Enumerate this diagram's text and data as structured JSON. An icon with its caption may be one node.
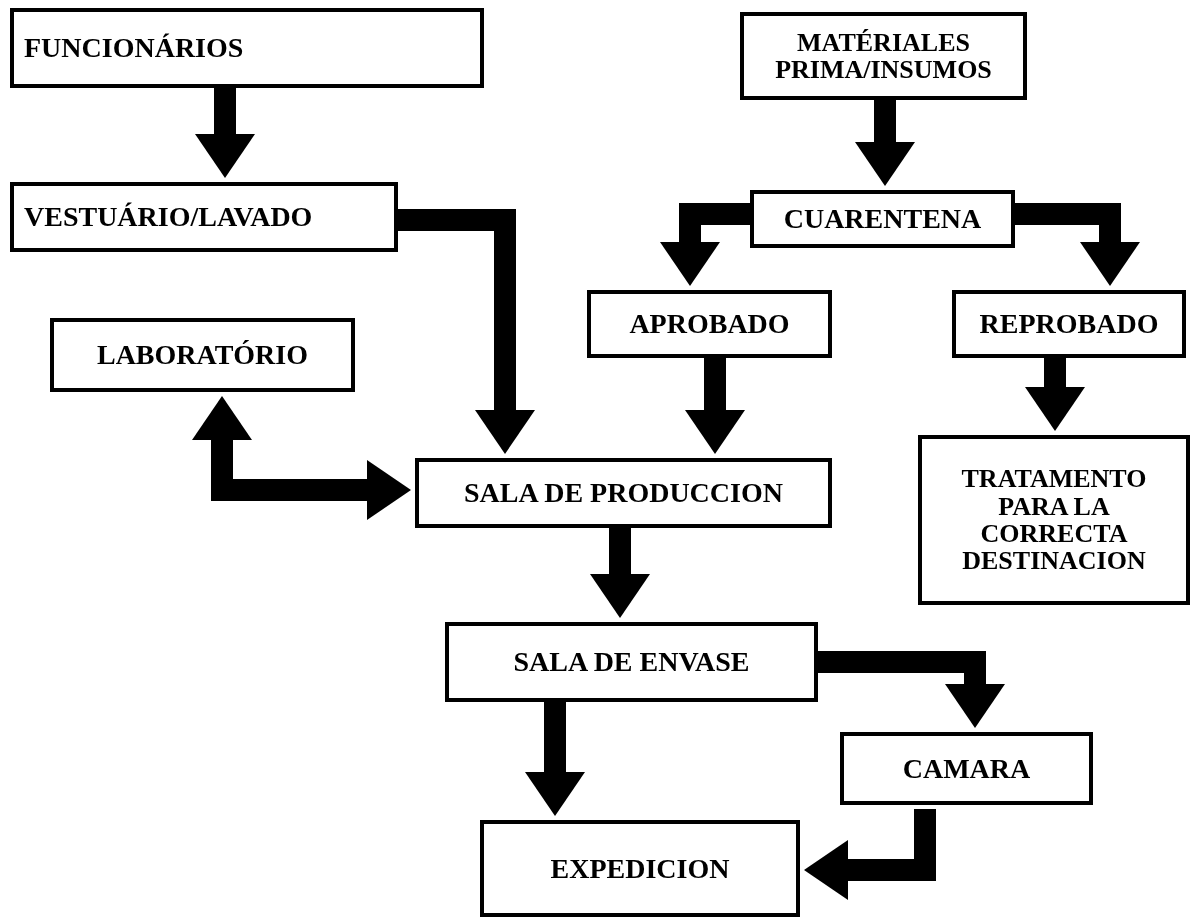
{
  "diagram": {
    "nodes": [
      {
        "text": [
          "FUNCIONÁRIOS"
        ]
      },
      {
        "text": [
          "MATÉRIALES PRIMA/INSUMOS"
        ]
      },
      {
        "text": [
          "VESTUÁRIO/LAVADO"
        ]
      },
      {
        "text": [
          "CUARENTENA"
        ]
      },
      {
        "text": [
          "LABORATÓRIO"
        ]
      },
      {
        "text": [
          "APROBADO"
        ]
      },
      {
        "text": [
          "REPROBADO"
        ]
      },
      {
        "text": [
          "SALA DE PRODUCCION"
        ]
      },
      {
        "text": [
          "TRATAMENTO PARA LA CORRECTA DESTINACION"
        ]
      },
      {
        "text": [
          "SALA DE ENVASE"
        ]
      },
      {
        "text": [
          "CAMARA"
        ]
      },
      {
        "text": [
          "EXPEDICION"
        ]
      }
    ],
    "edges": [
      {
        "from": 0,
        "to": 2,
        "arrow": "to"
      },
      {
        "from": 1,
        "to": 3,
        "arrow": "to"
      },
      {
        "from": 3,
        "to": 5,
        "arrow": "to"
      },
      {
        "from": 3,
        "to": 6,
        "arrow": "to"
      },
      {
        "from": 2,
        "to": 7,
        "arrow": "to"
      },
      {
        "from": 5,
        "to": 7,
        "arrow": "to"
      },
      {
        "from": 4,
        "to": 7,
        "arrow": "both"
      },
      {
        "from": 6,
        "to": 8,
        "arrow": "to"
      },
      {
        "from": 7,
        "to": 9,
        "arrow": "to"
      },
      {
        "from": 9,
        "to": 11,
        "arrow": "to"
      },
      {
        "from": 9,
        "to": 10,
        "arrow": "to"
      },
      {
        "from": 10,
        "to": 11,
        "arrow": "to"
      }
    ]
  }
}
